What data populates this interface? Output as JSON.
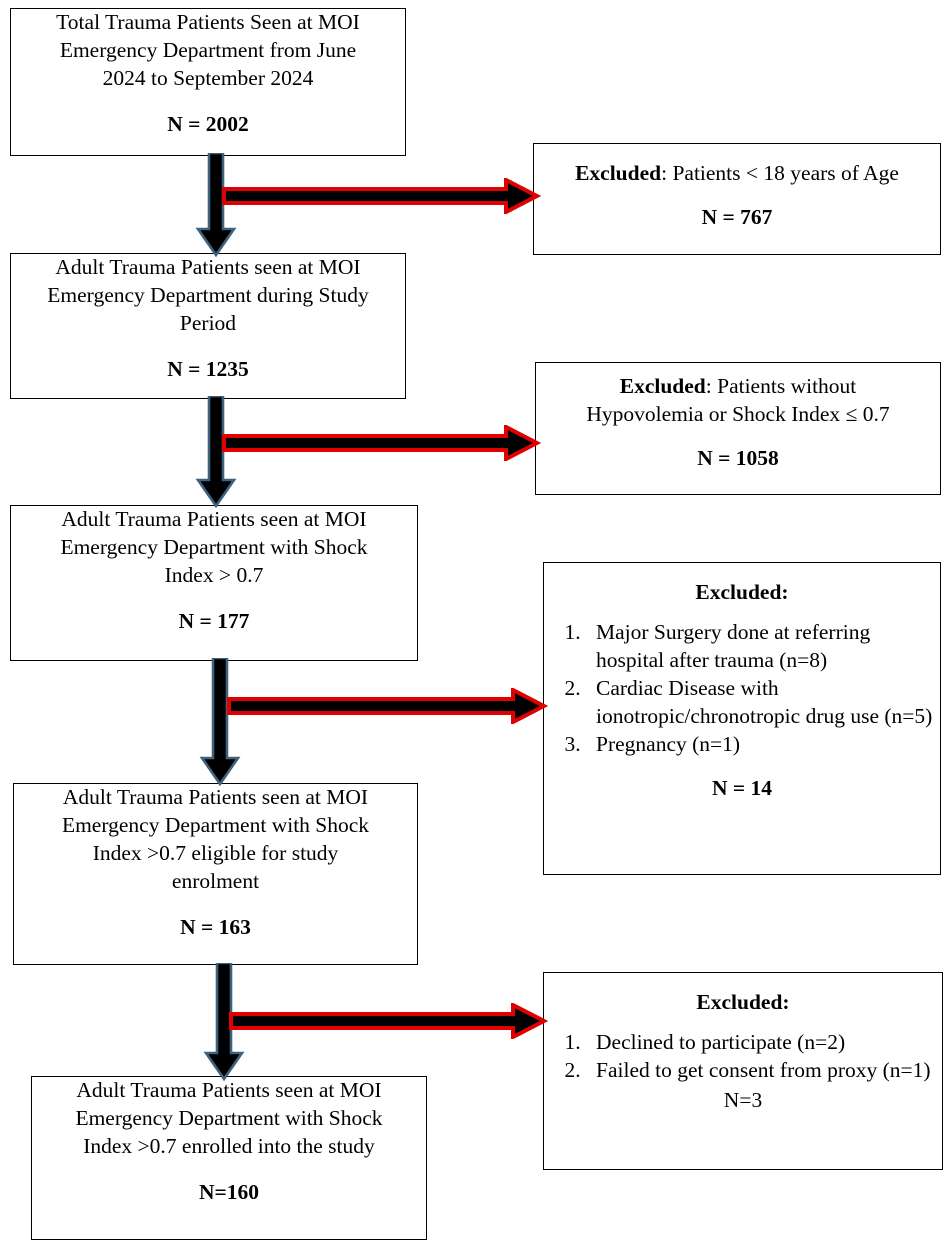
{
  "chart_data": {
    "type": "flowchart",
    "title": "CONSORT-style patient enrolment flow diagram",
    "nodes": [
      {
        "id": "n1",
        "n_label": "N = 2002",
        "value": 2002,
        "text": "Total Trauma Patients Seen at MOI Emergency Department from June 2024 to September 2024"
      },
      {
        "id": "n2",
        "n_label": "N = 1235",
        "value": 1235,
        "text": "Adult Trauma Patients seen at MOI Emergency Department during Study Period"
      },
      {
        "id": "n3",
        "n_label": "N = 177",
        "value": 177,
        "text": "Adult Trauma Patients seen at MOI Emergency Department with Shock Index > 0.7"
      },
      {
        "id": "n4",
        "n_label": "N = 163",
        "value": 163,
        "text": "Adult Trauma Patients seen at MOI Emergency Department with Shock Index >0.7 eligible for study enrolment"
      },
      {
        "id": "n5",
        "n_label": "N=160",
        "value": 160,
        "text": "Adult Trauma Patients seen at MOI Emergency Department with Shock Index >0.7 enrolled into the study"
      }
    ],
    "exclusions": [
      {
        "id": "e1",
        "n_label": "N = 767",
        "value": 767,
        "reason": "Patients < 18 years of Age"
      },
      {
        "id": "e2",
        "n_label": "N = 1058",
        "value": 1058,
        "reason": "Patients without Hypovolemia or Shock Index ≤ 0.7"
      },
      {
        "id": "e3",
        "n_label": "N = 14",
        "value": 14,
        "items": [
          "Major Surgery done at referring hospital after trauma (n=8)",
          "Cardiac Disease with ionotropic/chronotropic drug use (n=5)",
          "Pregnancy (n=1)"
        ]
      },
      {
        "id": "e4",
        "n_label": "N=3",
        "value": 3,
        "items": [
          "Declined to participate (n=2)",
          "Failed to get consent from proxy (n=1)"
        ]
      }
    ]
  },
  "colors": {
    "box_border": "#000000",
    "page_background": "#ffffff",
    "text": "#000000",
    "vertical_arrow_fill": "#000000",
    "vertical_arrow_outline": "#3f627f",
    "horizontal_arrow_fill": "#000000",
    "horizontal_arrow_outline": "#e00000"
  },
  "boxes": {
    "box1": {
      "line1": "Total Trauma Patients Seen at MOI",
      "line2": "Emergency Department from June",
      "line3": "2024 to September 2024",
      "n": "N = 2002"
    },
    "box2": {
      "line1": "Adult Trauma Patients seen at MOI",
      "line2": "Emergency Department during Study",
      "line3": "Period",
      "n": "N = 1235"
    },
    "box3": {
      "line1": "Adult Trauma Patients seen at MOI",
      "line2": "Emergency Department with Shock",
      "line3": "Index > 0.7",
      "n": "N = 177"
    },
    "box4": {
      "line1": "Adult Trauma Patients seen at MOI",
      "line2": "Emergency Department with Shock",
      "line3": "Index >0.7 eligible for study",
      "line4": "enrolment",
      "n": "N = 163"
    },
    "box5": {
      "line1": "Adult Trauma Patients seen at MOI",
      "line2": "Emergency Department with Shock",
      "line3": "Index >0.7 enrolled into the study",
      "n": "N=160"
    }
  },
  "excluded": {
    "e1": {
      "label": "Excluded",
      "reason": ": Patients < 18 years of Age",
      "n": "N = 767"
    },
    "e2": {
      "label": "Excluded",
      "reason_line1": ": Patients without",
      "reason_line2": "Hypovolemia or Shock Index ≤ 0.7",
      "n": "N = 1058"
    },
    "e3": {
      "label": "Excluded",
      "colon": ":",
      "item1": "Major Surgery done at referring hospital after trauma (n=8)",
      "item2": "Cardiac Disease with ionotropic/chronotropic drug use (n=5)",
      "item3": "Pregnancy (n=1)",
      "n": "N = 14"
    },
    "e4": {
      "label": "Excluded",
      "colon": ":",
      "item1": "Declined to participate (n=2)",
      "item2": "Failed to get consent from proxy (n=1)",
      "n": "N=3"
    }
  },
  "arrows": {
    "v1_name": "flow-arrow-down-1",
    "v2_name": "flow-arrow-down-2",
    "v3_name": "flow-arrow-down-3",
    "v4_name": "flow-arrow-down-4",
    "h1_name": "exclusion-arrow-right-1",
    "h2_name": "exclusion-arrow-right-2",
    "h3_name": "exclusion-arrow-right-3",
    "h4_name": "exclusion-arrow-right-4"
  }
}
